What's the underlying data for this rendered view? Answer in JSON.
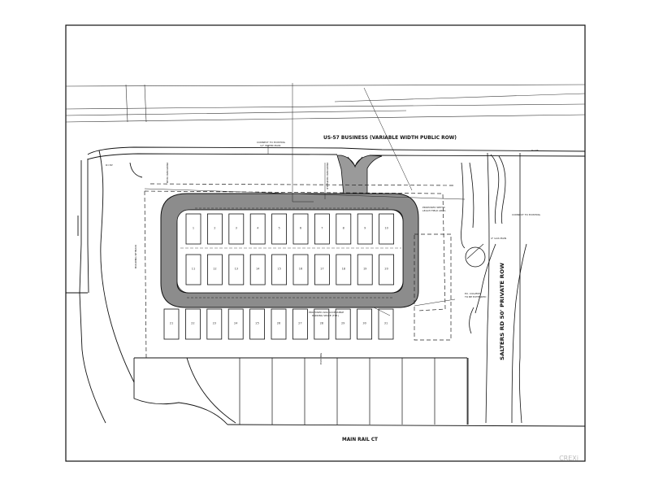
{
  "labels": {
    "north_road": "US-57 BUSINESS (VARIABLE WIDTH PUBLIC ROW)",
    "south_road": "MAIN RAIL CT",
    "east_road": "SALTERS RD 50' PRIVATE ROW",
    "watermark": "CREXi"
  },
  "lot": {
    "row1_count": 10,
    "row2_count": 10,
    "row3_count": 11,
    "row1_start": 1,
    "row2_start": 11,
    "row3_start": 21,
    "south_parcel_count": 9
  },
  "colors": {
    "ink": "#111111",
    "pavement": "#8c8c8c",
    "pavement_light": "#b8b8b8",
    "paper": "#ffffff"
  }
}
